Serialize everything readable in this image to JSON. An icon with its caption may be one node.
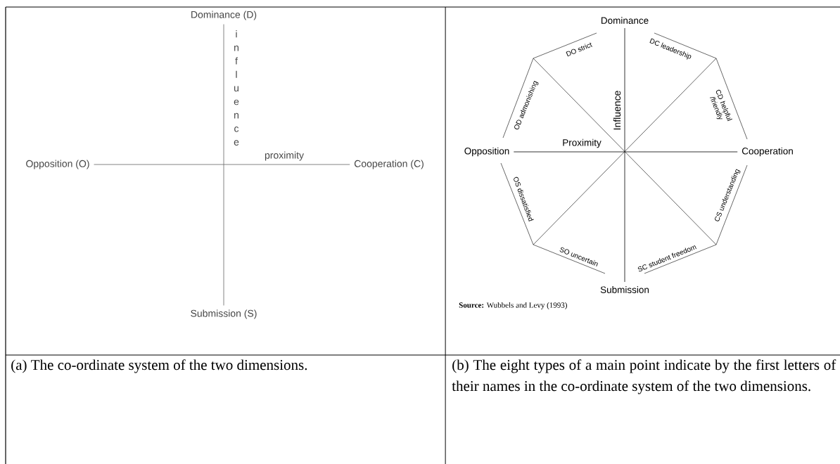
{
  "diagram": {
    "nodes": [
      {
        "text": [
          "Dominance (D)"
        ]
      },
      {
        "text": [
          "Opposition (O)"
        ]
      },
      {
        "text": [
          "Cooperation (C)"
        ]
      },
      {
        "text": [
          "Submission (S)"
        ]
      },
      {
        "text": [
          "Dominance"
        ]
      },
      {
        "text": [
          "Opposition"
        ]
      },
      {
        "text": [
          "Cooperation"
        ]
      },
      {
        "text": [
          "Submission"
        ]
      }
    ],
    "edges": [
      {
        "from": 0,
        "to": 3,
        "arrow": "none",
        "label": "influence"
      },
      {
        "from": 1,
        "to": 2,
        "arrow": "none",
        "label": "proximity"
      },
      {
        "from": 4,
        "to": 7,
        "arrow": "none",
        "label": "Influence",
        "color": "#000000"
      },
      {
        "from": 5,
        "to": 6,
        "arrow": "none",
        "label": "Proximity",
        "color": "#000000"
      }
    ],
    "labels": [
      "DO strict",
      "DC leadership",
      "OD admonishing",
      "CD helpful /friendly",
      "OS dissatisfied",
      "CS understanding",
      "SO uncertain",
      "SC student freedom",
      "**Source:** Wubbels and Levy (1993)",
      "(a) The co-ordinate system of the two dimensions.",
      "(b) The eight types of a main point indicate by the first letters of their names in the co-ordinate system of the two dimensions."
    ]
  }
}
